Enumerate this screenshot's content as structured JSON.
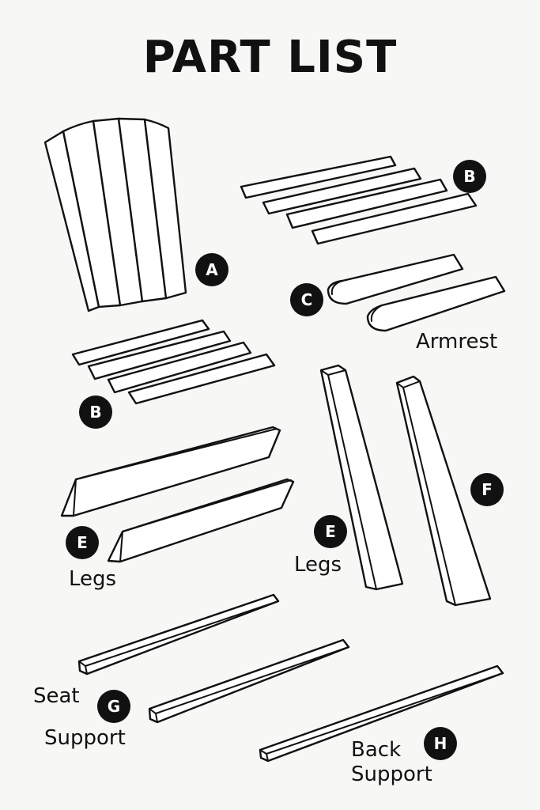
{
  "title": "PART LIST",
  "badges": {
    "a": "A",
    "b_top": "B",
    "b_bottom": "B",
    "c": "C",
    "e_left": "E",
    "e_right": "E",
    "f": "F",
    "g": "G",
    "h": "H"
  },
  "labels": {
    "armrest": "Armrest",
    "legs_left": "Legs",
    "legs_right": "Legs",
    "seat_support_line1": "Seat",
    "seat_support_line2": "Support",
    "back_support_line1": "Back",
    "back_support_line2": "Support"
  }
}
